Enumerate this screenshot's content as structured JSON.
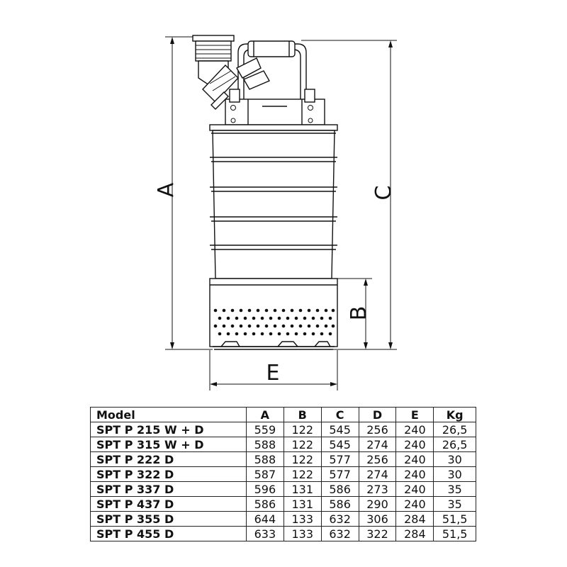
{
  "dimensions": {
    "A": "A",
    "B": "B",
    "C": "C",
    "E": "E"
  },
  "table": {
    "headers": [
      "Model",
      "A",
      "B",
      "C",
      "D",
      "E",
      "Kg"
    ],
    "rows": [
      [
        "SPT P 215 W + D",
        "559",
        "122",
        "545",
        "256",
        "240",
        "26,5"
      ],
      [
        "SPT P 315 W + D",
        "588",
        "122",
        "545",
        "274",
        "240",
        "26,5"
      ],
      [
        "SPT P 222 D",
        "588",
        "122",
        "577",
        "256",
        "240",
        "30"
      ],
      [
        "SPT P 322 D",
        "587",
        "122",
        "577",
        "274",
        "240",
        "30"
      ],
      [
        "SPT P 337 D",
        "596",
        "131",
        "586",
        "273",
        "240",
        "35"
      ],
      [
        "SPT P 437 D",
        "586",
        "131",
        "586",
        "290",
        "240",
        "35"
      ],
      [
        "SPT P 355 D",
        "644",
        "133",
        "632",
        "306",
        "284",
        "51,5"
      ],
      [
        "SPT P 455 D",
        "633",
        "133",
        "632",
        "322",
        "284",
        "51,5"
      ]
    ]
  }
}
